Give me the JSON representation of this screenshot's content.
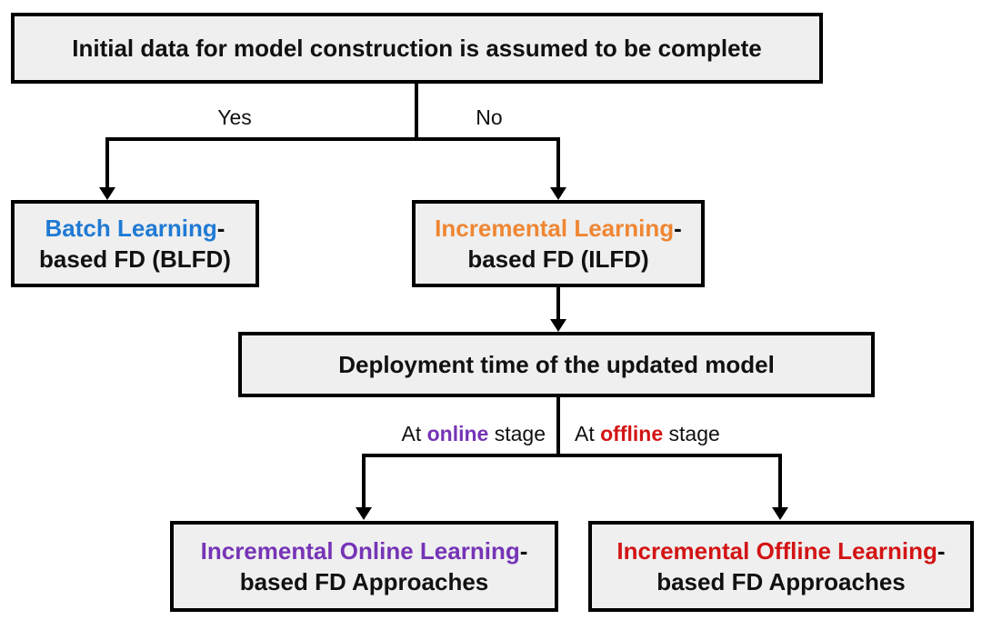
{
  "nodes": {
    "root": {
      "text": "Initial data for model construction is assumed to be complete"
    },
    "blfd": {
      "highlight": "Batch Learning",
      "hyphen": "-",
      "line2": "based FD (BLFD)"
    },
    "ilfd": {
      "highlight": "Incremental Learning",
      "hyphen": "-",
      "line2": "based FD (ILFD)"
    },
    "deployment": {
      "text": "Deployment time of the updated model"
    },
    "online": {
      "highlight": "Incremental Online Learning",
      "hyphen": "-",
      "line2": "based FD Approaches"
    },
    "offline": {
      "highlight": "Incremental Offline Learning",
      "hyphen": "-",
      "line2": "based FD Approaches"
    }
  },
  "edge_labels": {
    "yes": "Yes",
    "no": "No",
    "online": {
      "prefix": "At ",
      "word": "online",
      "suffix": " stage"
    },
    "offline": {
      "prefix": "At ",
      "word": "offline",
      "suffix": " stage"
    }
  },
  "colors": {
    "batch_blue": "#1f7ad4",
    "incremental_orange": "#ef8633",
    "online_purple": "#7634b6",
    "offline_red": "#d31414",
    "box_fill": "#efefef",
    "border_black": "#000000",
    "background": "#ffffff"
  }
}
